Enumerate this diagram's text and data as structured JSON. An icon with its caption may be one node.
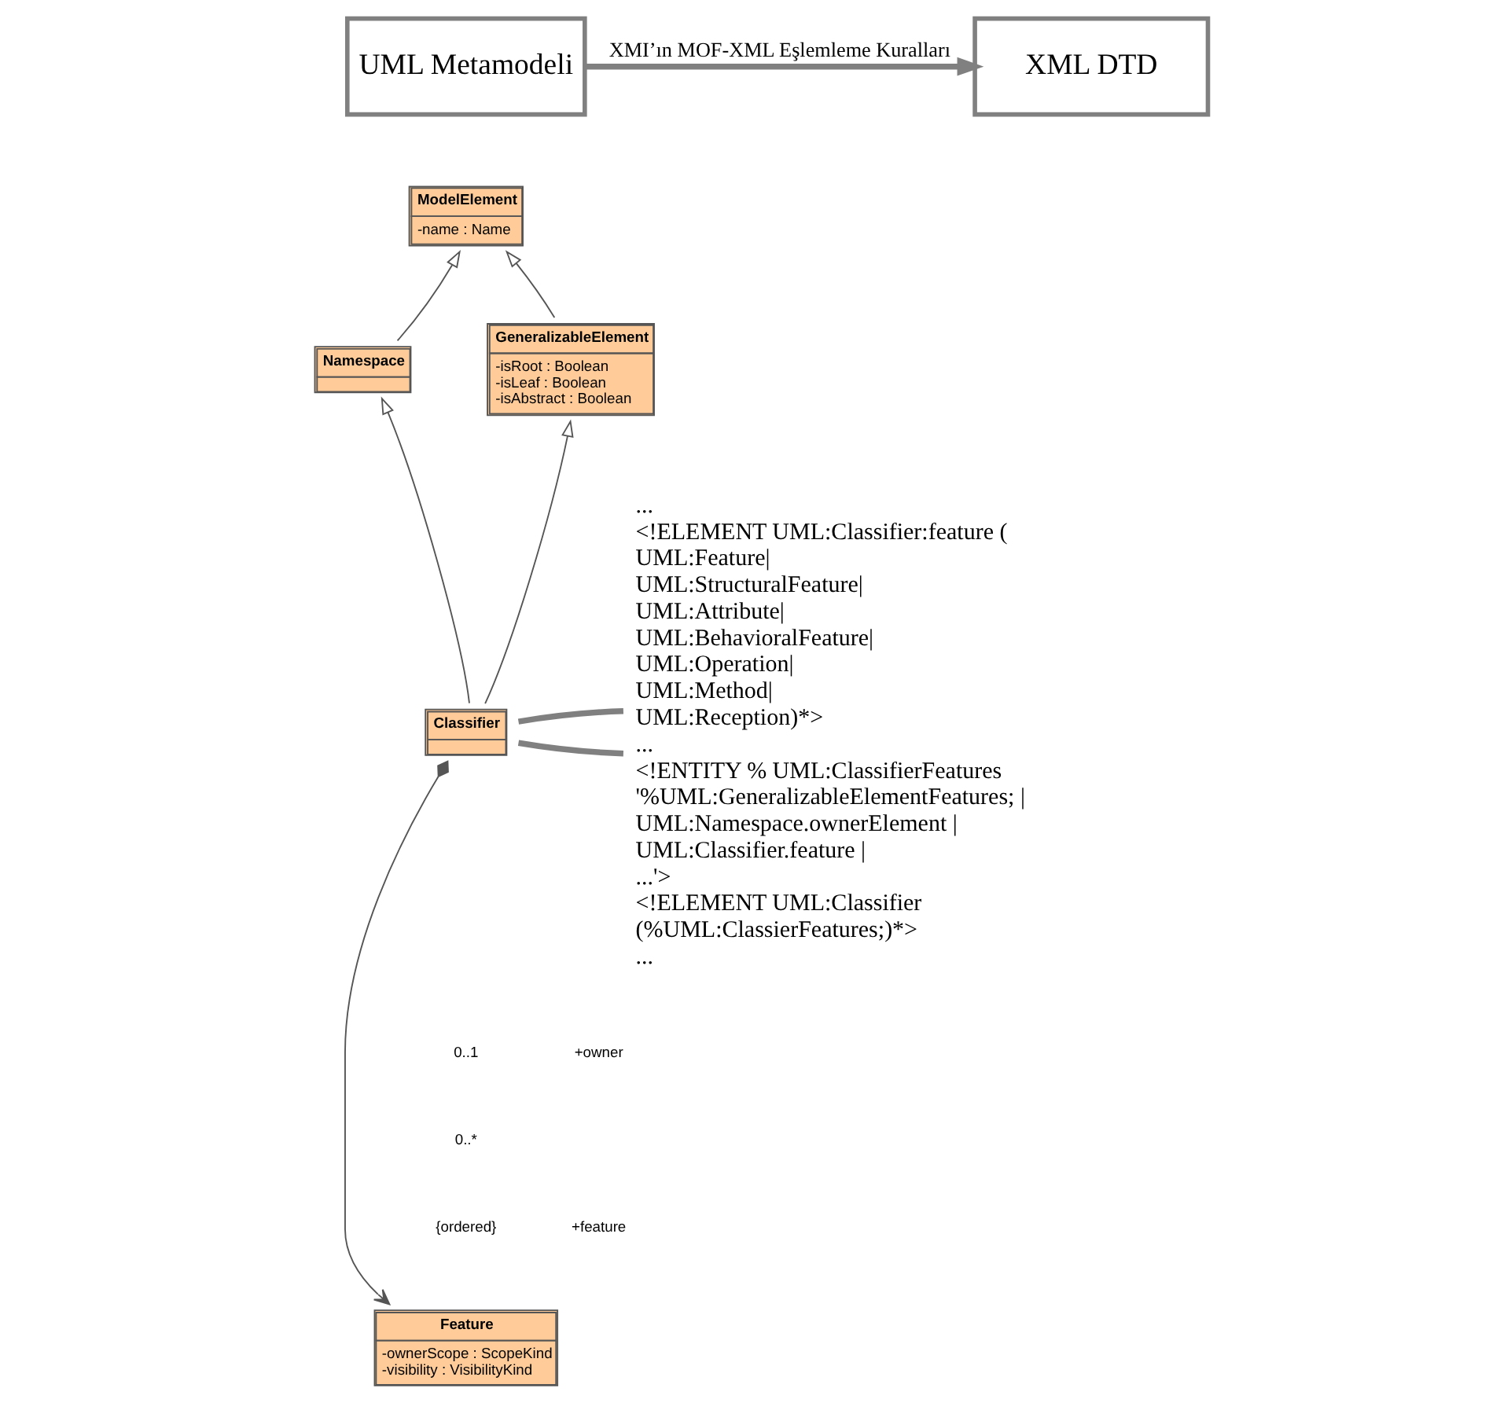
{
  "diagram": {
    "nodes": [
      {
        "text": [
          "UML Metamodeli"
        ]
      },
      {
        "text": [
          "XML DTD"
        ]
      },
      {
        "text": [
          "ModelElement",
          "-name : Name"
        ]
      },
      {
        "text": [
          "Namespace"
        ]
      },
      {
        "text": [
          "GeneralizableElement",
          "-isRoot : Boolean",
          "-isLeaf : Boolean",
          "-isAbstract : Boolean"
        ]
      },
      {
        "text": [
          "Classifier"
        ]
      },
      {
        "text": [
          "Feature",
          "-ownerScope : ScopeKind",
          "-visibility : VisibilityKind"
        ]
      },
      {
        "text": [
          "...",
          "<!ELEMENT UML:Classifier:feature (",
          "UML:Feature|",
          "UML:StructuralFeature|",
          "UML:Attribute|",
          "UML:BehavioralFeature|",
          "UML:Operation|",
          "UML:Method|",
          "UML:Reception)*>",
          "...",
          "<!ENTITY % UML:ClassifierFeatures",
          "'%UML:GeneralizableElementFeatures; |",
          "UML:Namespace.ownerElement |",
          "UML:Classifier.feature |",
          "...'>",
          "<!ELEMENT UML:Classifier",
          "(%UML:ClassierFeatures;)*>",
          "..."
        ]
      }
    ],
    "edges": [
      {
        "from": 0,
        "to": 1,
        "arrow": "to",
        "label": "XMI’ın MOF-XML Eşlemleme Kuralları",
        "style": "thick",
        "color": "#808080"
      },
      {
        "from": 3,
        "to": 2,
        "arrow": "to"
      },
      {
        "from": 4,
        "to": 2,
        "arrow": "to"
      },
      {
        "from": 5,
        "to": 3,
        "arrow": "to"
      },
      {
        "from": 5,
        "to": 4,
        "arrow": "to"
      },
      {
        "from": 5,
        "to": 6,
        "arrow": "to"
      },
      {
        "from": 5,
        "to": 7,
        "arrow": "none",
        "style": "thick",
        "color": "#808080"
      },
      {
        "from": 5,
        "to": 7,
        "arrow": "none",
        "style": "thick",
        "color": "#808080"
      }
    ],
    "labels": [
      "0..1",
      "+owner",
      "0..*",
      "{ordered}",
      "+feature"
    ]
  }
}
